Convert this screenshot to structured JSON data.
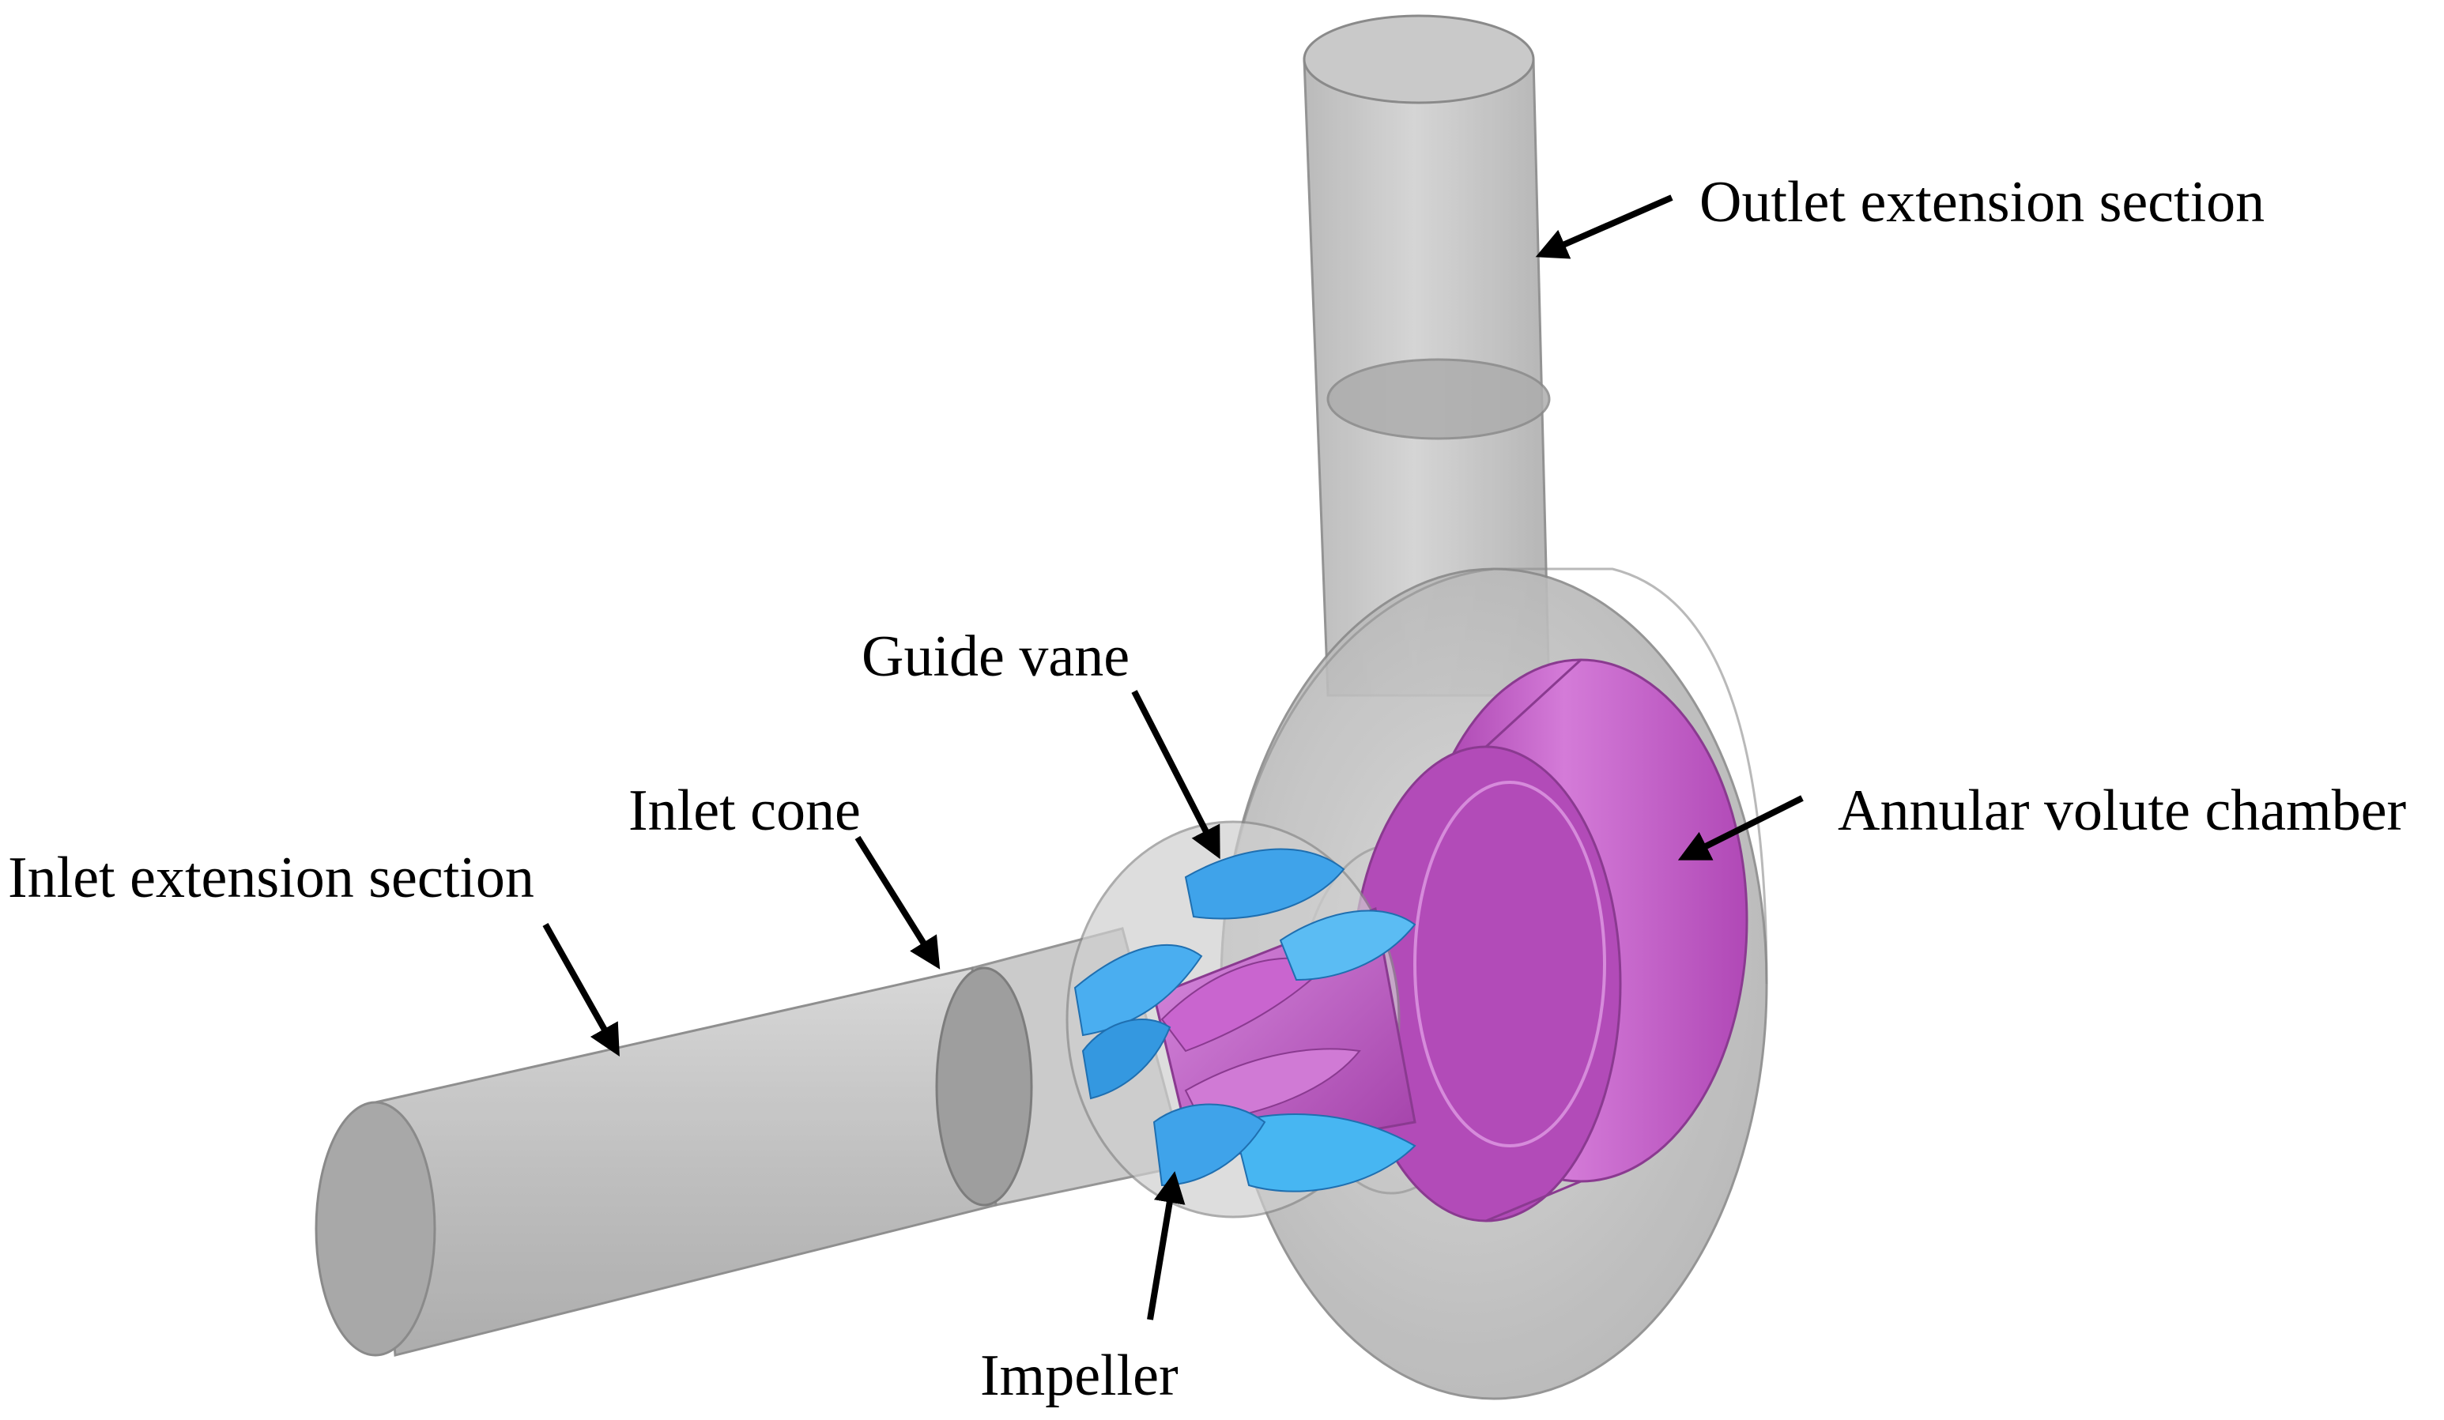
{
  "labels": {
    "outlet_extension": "Outlet extension section",
    "guide_vane": "Guide vane",
    "annular_volute": "Annular volute chamber",
    "inlet_cone": "Inlet cone",
    "inlet_extension": "Inlet extension section",
    "impeller": "Impeller"
  },
  "colors": {
    "casing_gray": "#c4c4c4",
    "casing_edge": "#8a8a8a",
    "volute_magenta": "#c25bc9",
    "vane_blue": "#3fa3ea",
    "arrow": "#000000"
  }
}
